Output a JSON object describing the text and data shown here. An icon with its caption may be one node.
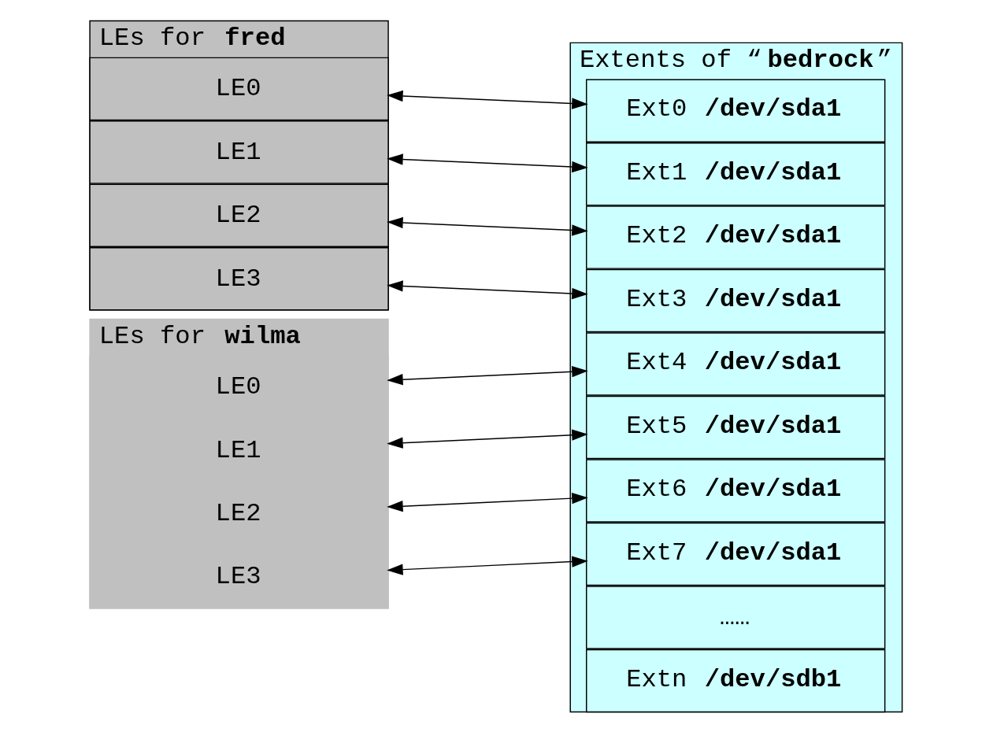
{
  "diagram": {
    "nodes": [
      {
        "text": [
          "LEs for **fred**"
        ]
      },
      {
        "text": [
          "LE0"
        ],
        "in": 0
      },
      {
        "text": [
          "LE1"
        ],
        "in": 0
      },
      {
        "text": [
          "LE2"
        ],
        "in": 0
      },
      {
        "text": [
          "LE3"
        ],
        "in": 0
      },
      {
        "text": [
          "LEs for **wilma**"
        ]
      },
      {
        "text": [
          "LE0"
        ],
        "in": 5
      },
      {
        "text": [
          "LE1"
        ],
        "in": 5
      },
      {
        "text": [
          "LE2"
        ],
        "in": 5
      },
      {
        "text": [
          "LE3"
        ],
        "in": 5
      },
      {
        "text": [
          "Extents of “**bedrock**”"
        ]
      },
      {
        "text": [
          "Ext0 **/dev/sda1**"
        ],
        "in": 10
      },
      {
        "text": [
          "Ext1 **/dev/sda1**"
        ],
        "in": 10
      },
      {
        "text": [
          "Ext2 **/dev/sda1**"
        ],
        "in": 10
      },
      {
        "text": [
          "Ext3 **/dev/sda1**"
        ],
        "in": 10
      },
      {
        "text": [
          "Ext4 **/dev/sda1**"
        ],
        "in": 10
      },
      {
        "text": [
          "Ext5 **/dev/sda1**"
        ],
        "in": 10
      },
      {
        "text": [
          "Ext6 **/dev/sda1**"
        ],
        "in": 10
      },
      {
        "text": [
          "Ext7 **/dev/sda1**"
        ],
        "in": 10
      },
      {
        "text": [
          "……"
        ],
        "in": 10
      },
      {
        "text": [
          "Extn **/dev/sdb1**"
        ],
        "in": 10
      }
    ],
    "edges": [
      {
        "from": 1,
        "to": 11,
        "arrow": "both"
      },
      {
        "from": 2,
        "to": 12,
        "arrow": "both"
      },
      {
        "from": 3,
        "to": 13,
        "arrow": "both"
      },
      {
        "from": 4,
        "to": 14,
        "arrow": "both"
      },
      {
        "from": 6,
        "to": 15,
        "arrow": "both"
      },
      {
        "from": 7,
        "to": 16,
        "arrow": "both"
      },
      {
        "from": 8,
        "to": 17,
        "arrow": "both"
      },
      {
        "from": 9,
        "to": 18,
        "arrow": "both"
      }
    ]
  }
}
